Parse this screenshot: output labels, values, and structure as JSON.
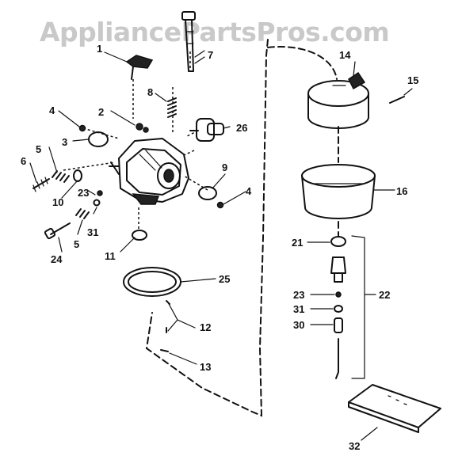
{
  "watermark": "AppliancePartsPros.com",
  "callouts": [
    {
      "id": "c1",
      "text": "1"
    },
    {
      "id": "c2",
      "text": "2"
    },
    {
      "id": "c3",
      "text": "3"
    },
    {
      "id": "c4a",
      "text": "4"
    },
    {
      "id": "c4b",
      "text": "4"
    },
    {
      "id": "c5a",
      "text": "5"
    },
    {
      "id": "c5b",
      "text": "5"
    },
    {
      "id": "c6",
      "text": "6"
    },
    {
      "id": "c7",
      "text": "7"
    },
    {
      "id": "c8",
      "text": "8"
    },
    {
      "id": "c9",
      "text": "9"
    },
    {
      "id": "c10",
      "text": "10"
    },
    {
      "id": "c11",
      "text": "11"
    },
    {
      "id": "c12",
      "text": "12"
    },
    {
      "id": "c13",
      "text": "13"
    },
    {
      "id": "c14",
      "text": "14"
    },
    {
      "id": "c15",
      "text": "15"
    },
    {
      "id": "c16",
      "text": "16"
    },
    {
      "id": "c21",
      "text": "21"
    },
    {
      "id": "c22",
      "text": "22"
    },
    {
      "id": "c23a",
      "text": "23"
    },
    {
      "id": "c23b",
      "text": "23"
    },
    {
      "id": "c24",
      "text": "24"
    },
    {
      "id": "c25",
      "text": "25"
    },
    {
      "id": "c26",
      "text": "26"
    },
    {
      "id": "c30",
      "text": "30"
    },
    {
      "id": "c31a",
      "text": "31"
    },
    {
      "id": "c31b",
      "text": "31"
    },
    {
      "id": "c32",
      "text": "32"
    }
  ]
}
